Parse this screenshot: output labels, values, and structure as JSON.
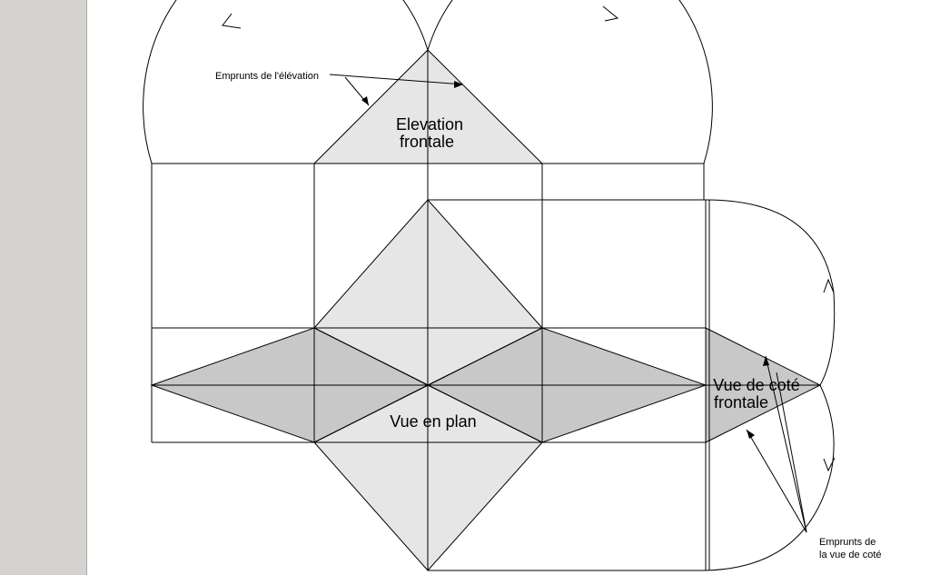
{
  "labels": {
    "front_elevation_line1": "Elevation",
    "front_elevation_line2": "frontale",
    "plan_view": "Vue en plan",
    "side_view_line1": "Vue de coté",
    "side_view_line2": "frontale",
    "elevation_traces": "Emprunts de l'élévation",
    "side_traces_line1": "Emprunts de",
    "side_traces_line2": "la vue de coté"
  },
  "colors": {
    "panel": "#d4d3cf",
    "light_face": "#e6e6e6",
    "dark_face": "#c8c8c8",
    "line": "#000000"
  }
}
